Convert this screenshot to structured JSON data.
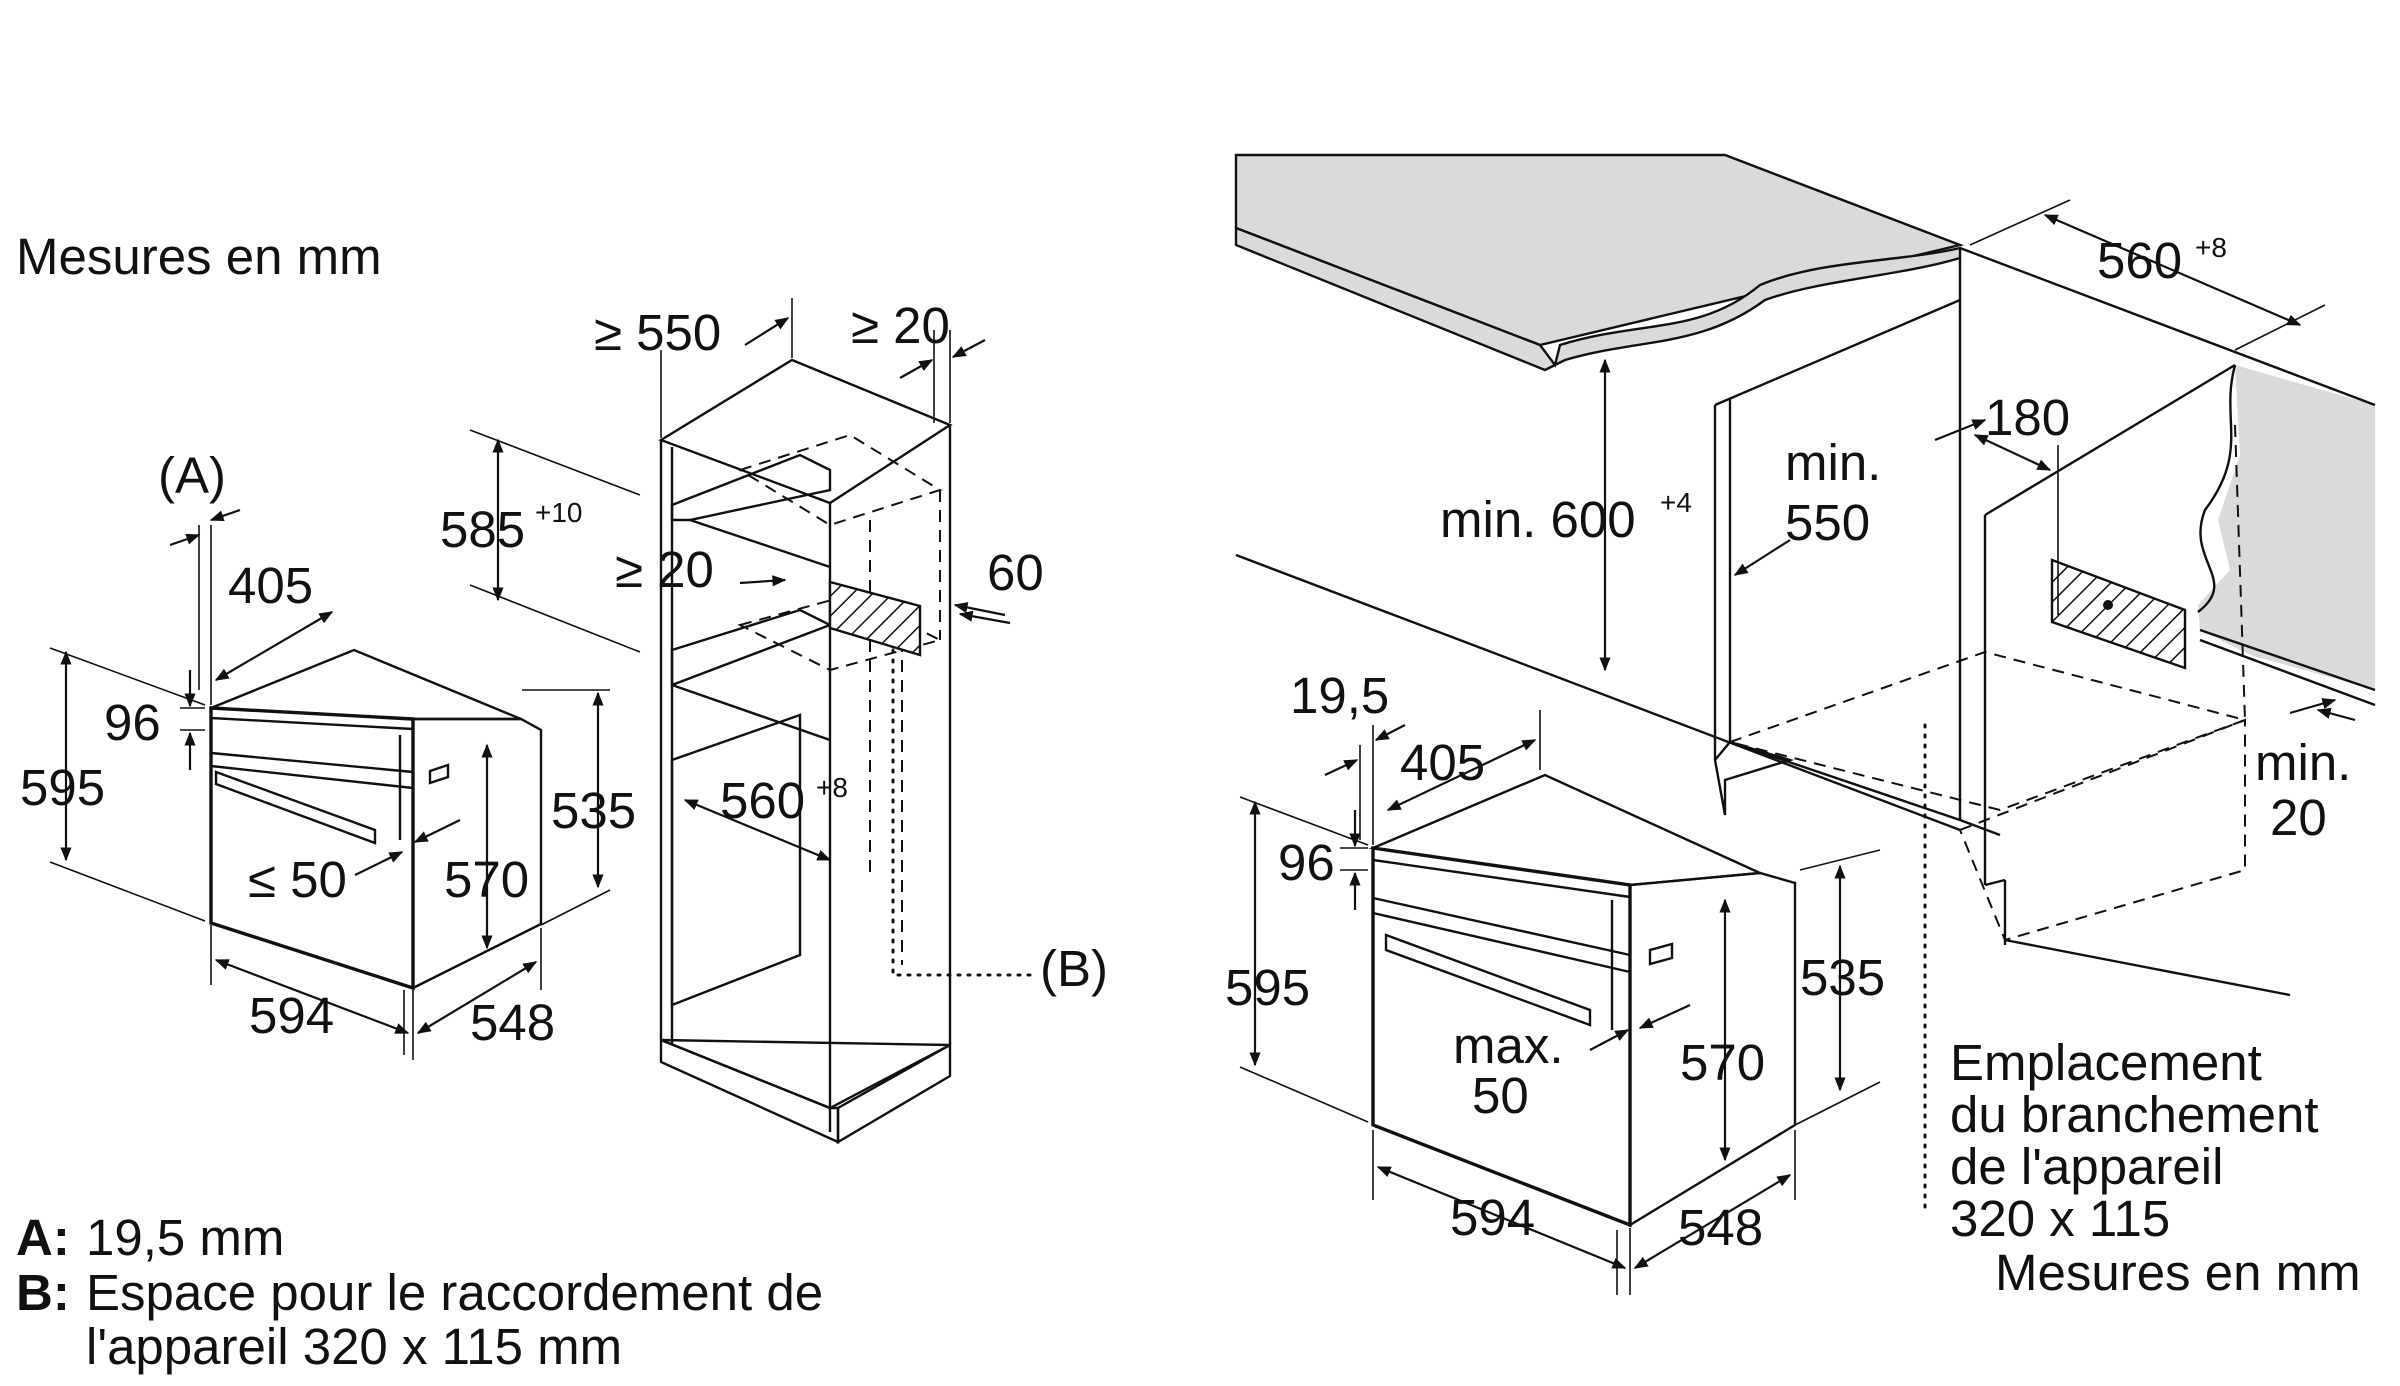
{
  "left": {
    "units_note": "Mesures en mm",
    "label_a": "(A)",
    "label_b": "(B)",
    "dims": {
      "d405": "405",
      "d96": "96",
      "d595": "595",
      "d50": "≤ 50",
      "d570": "570",
      "d535": "535",
      "d594": "594",
      "d548": "548",
      "d550": "≥ 550",
      "d20_top": "≥ 20",
      "d585": "585",
      "d585_sup": "+10",
      "d20_inner": "≥ 20",
      "d60": "60",
      "d560": "560",
      "d560_sup": "+8"
    },
    "legend": [
      {
        "key": "A:",
        "text": "19,5 mm"
      },
      {
        "key": "B:",
        "text": "Espace pour le raccordement de"
      },
      {
        "key": "",
        "text": "l'appareil 320 x 115 mm"
      }
    ]
  },
  "right": {
    "dims": {
      "d560": "560",
      "d560_sup": "+8",
      "d180": "180",
      "min550_a": "min.",
      "min550_b": "550",
      "min600": "min. 600",
      "min600_sup": "+4",
      "d19_5": "19,5",
      "d405": "405",
      "d96": "96",
      "d595": "595",
      "max50_a": "max.",
      "max50_b": "50",
      "d570": "570",
      "d535": "535",
      "d594": "594",
      "d548": "548",
      "min20_a": "min.",
      "min20_b": "20"
    },
    "connection_note": [
      "Emplacement",
      "du branchement",
      "de l'appareil",
      "320 x 115"
    ],
    "units_note": "Mesures en mm"
  }
}
